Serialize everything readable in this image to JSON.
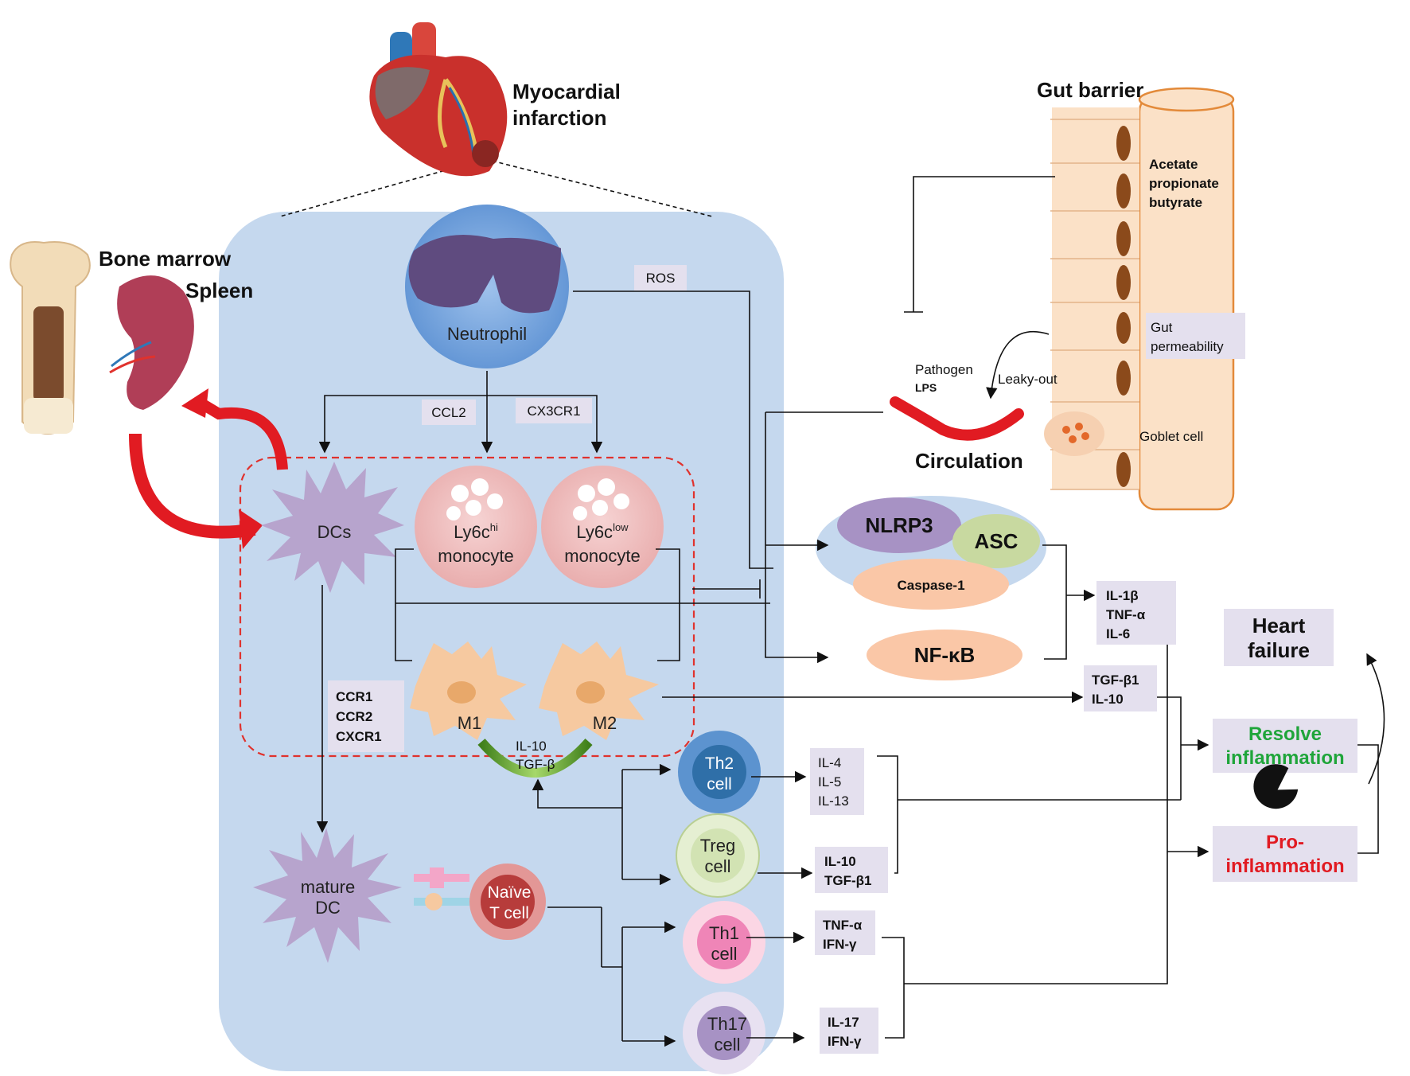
{
  "colors": {
    "panel": "#c5d8ee",
    "dashed_red": "#e0322d",
    "label_box": "#e4e0ee",
    "arrow_red": "#e11b22",
    "resolve_green": "#1fa53a",
    "pro_red": "#e11b22"
  },
  "icons": [
    "heart-illustration",
    "bone-illustration",
    "spleen-illustration",
    "gut-barrier-illustration",
    "pacman-icon"
  ],
  "organs": {
    "mi": [
      "Myocardial",
      "infarction"
    ],
    "bone_marrow": "Bone marrow",
    "spleen": "Spleen"
  },
  "cells": {
    "neutrophil": "Neutrophil",
    "dcs": "DCs",
    "ly6chi": {
      "base": "Ly6c",
      "sup": "hi",
      "line2": "monocyte"
    },
    "ly6clow": {
      "base": "Ly6c",
      "sup": "low",
      "line2": "monocyte"
    },
    "m1": "M1",
    "m2": "M2",
    "mature_dc": [
      "mature",
      "DC"
    ],
    "naive_t": [
      "Naïve",
      "T cell"
    ],
    "th2": [
      "Th2",
      "cell"
    ],
    "treg": [
      "Treg",
      "cell"
    ],
    "th1": [
      "Th1",
      "cell"
    ],
    "th17": [
      "Th17",
      "cell"
    ]
  },
  "labels": {
    "ros": "ROS",
    "ccl2": "CCL2",
    "cx3cr1": "CX3CR1",
    "receptors": [
      "CCR1",
      "CCR2",
      "CXCR1"
    ],
    "il10_tgfb": [
      "IL-10",
      "TGF-β"
    ],
    "th2_out": [
      "IL-4",
      "IL-5",
      "IL-13"
    ],
    "treg_out": [
      "IL-10",
      "TGF-β1"
    ],
    "th1_out": [
      "TNF-α",
      "IFN-γ"
    ],
    "th17_out": [
      "IL-17",
      "IFN-γ"
    ],
    "infl_cytokines": [
      "IL-1β",
      "TNF-α",
      "IL-6"
    ],
    "m2_out": [
      "TGF-β1",
      "IL-10"
    ]
  },
  "complex": {
    "nlrp3": "NLRP3",
    "asc": "ASC",
    "caspase": "Caspase-1",
    "nfkb": "NF-κB"
  },
  "gut": {
    "title": "Gut barrier",
    "scfa": [
      "Acetate",
      "propionate",
      "butyrate"
    ],
    "permeability": [
      "Gut",
      "permeability"
    ],
    "leaky": "Leaky-out",
    "goblet": "Goblet cell",
    "pathogen": "Pathogen",
    "lps": "LPS",
    "circulation": "Circulation"
  },
  "outcomes": {
    "heart_failure": [
      "Heart",
      "failure"
    ],
    "resolve": [
      "Resolve",
      "inflammation"
    ],
    "pro": [
      "Pro-",
      "inflammation"
    ]
  }
}
